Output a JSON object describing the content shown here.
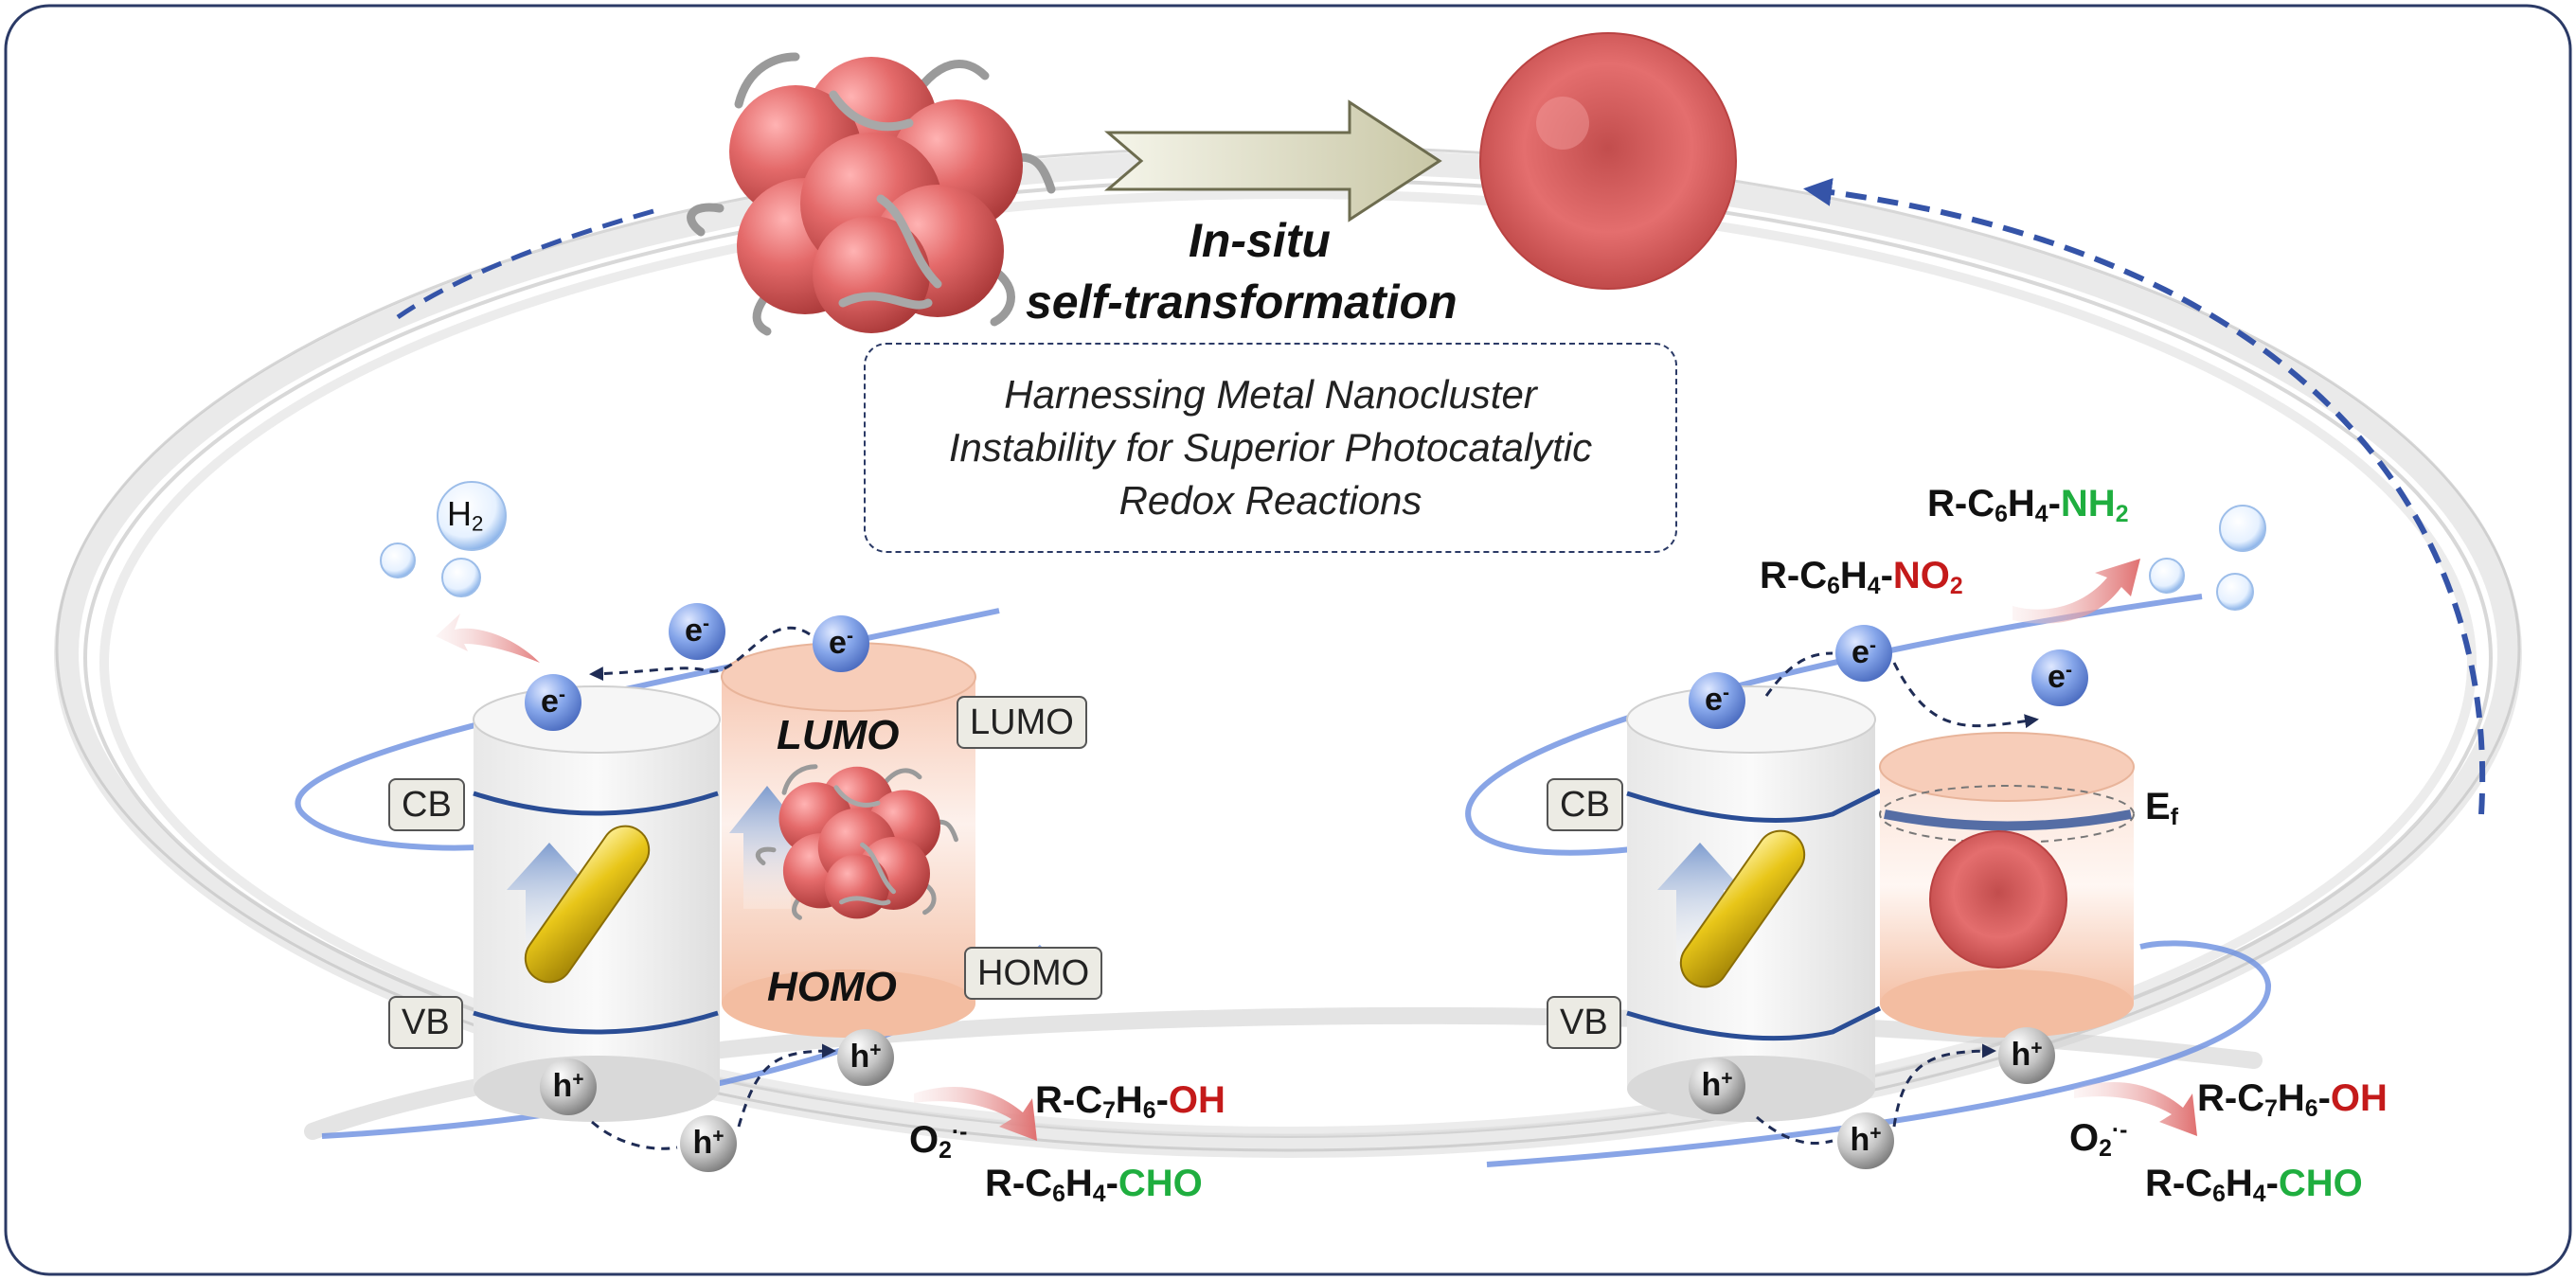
{
  "title": {
    "line1": "In-situ",
    "line2": "self-transformation"
  },
  "note": {
    "line1": "Harnessing Metal Nanocluster",
    "line2": "Instability for Superior Photocatalytic",
    "line3": "Redox Reactions"
  },
  "left": {
    "h2_main": "H",
    "h2_sub": "2",
    "cb": "CB",
    "vb": "VB",
    "lumo_box": "LUMO",
    "homo_box": "HOMO",
    "lumo_text": "LUMO",
    "homo_text": "HOMO",
    "e_main": "e",
    "e_sup": "-",
    "h_main": "h",
    "h_sup": "+",
    "o2_main": "O",
    "o2_sub": "2",
    "o2_sup": "·-",
    "alc_prefix": "R-C",
    "alc_sub1": "7",
    "alc_mid": "H",
    "alc_sub2": "6",
    "alc_dash": "-",
    "alc_group": "OH",
    "ald_prefix": "R-C",
    "ald_sub1": "6",
    "ald_mid": "H",
    "ald_sub2": "4",
    "ald_dash": "-",
    "ald_group": "CHO"
  },
  "right": {
    "cb": "CB",
    "vb": "VB",
    "ef_main": "E",
    "ef_sub": "f",
    "nh2_prefix": "R-C",
    "nh2_sub1": "6",
    "nh2_mid": "H",
    "nh2_sub2": "4",
    "nh2_dash": "-",
    "nh2_group_main": "NH",
    "nh2_group_sub": "2",
    "no2_prefix": "R-C",
    "no2_sub1": "6",
    "no2_mid": "H",
    "no2_sub2": "4",
    "no2_dash": "-",
    "no2_group_main": "NO",
    "no2_group_sub": "2",
    "o2_main": "O",
    "o2_sub": "2",
    "o2_sup": "·-",
    "alc_prefix": "R-C",
    "alc_sub1": "7",
    "alc_mid": "H",
    "alc_sub2": "6",
    "alc_dash": "-",
    "alc_group": "OH",
    "ald_prefix": "R-C",
    "ald_sub1": "6",
    "ald_mid": "H",
    "ald_sub2": "4",
    "ald_dash": "-",
    "ald_group": "CHO"
  },
  "colors": {
    "frame": "#2b3a66",
    "sphere": "#e06464",
    "electron": "#7ea1e8",
    "hole": "#b5b5b5",
    "rod": "#e0c21a",
    "accent_blue": "#6b8fe0",
    "red_text": "#c41a1a",
    "green_text": "#1fae3f"
  }
}
